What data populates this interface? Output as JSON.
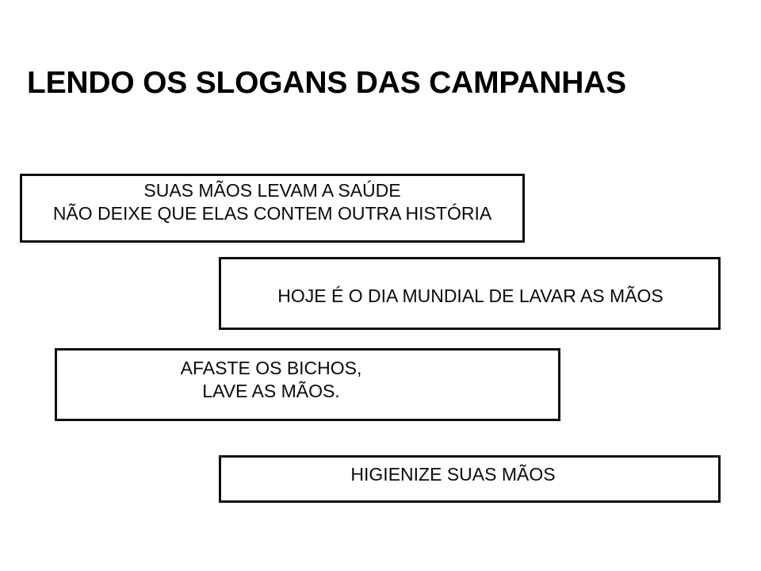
{
  "slide": {
    "title": "LENDO OS SLOGANS DAS CAMPANHAS",
    "background_color": "#FFFFFF",
    "text_color": "#000000",
    "border_color": "#0D0D0D"
  },
  "slogans": [
    {
      "id": "slogan-1",
      "text": "SUAS MÃOS LEVAM A SAÚDE\nNÃO DEIXE QUE ELAS CONTEM OUTRA HISTÓRIA"
    },
    {
      "id": "slogan-2",
      "text": "HOJE É O DIA MUNDIAL DE LAVAR AS MÃOS"
    },
    {
      "id": "slogan-3",
      "text": "AFASTE OS BICHOS,\nLAVE AS MÃOS."
    },
    {
      "id": "slogan-4",
      "text": "HIGIENIZE SUAS MÃOS"
    }
  ]
}
